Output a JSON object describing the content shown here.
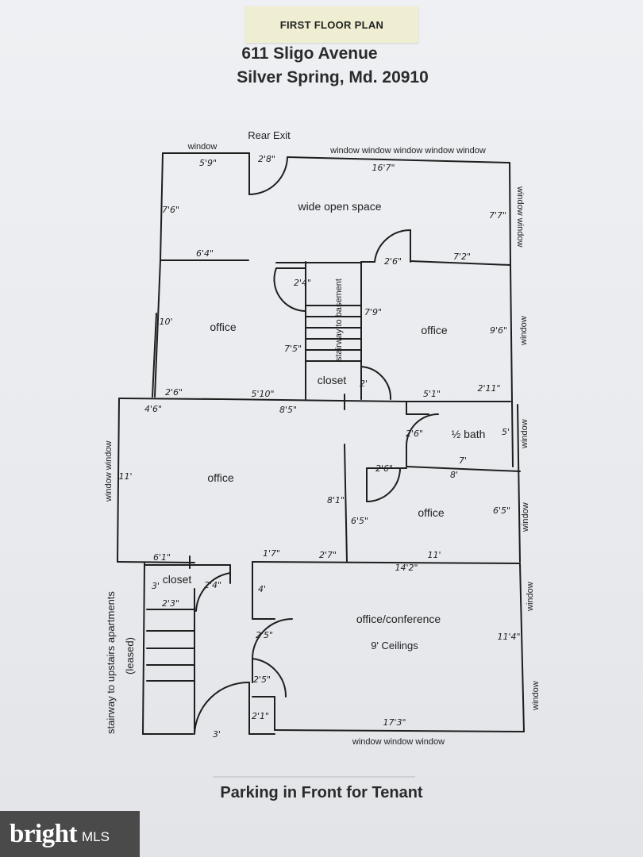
{
  "header": {
    "sticker": "FIRST FLOOR PLAN",
    "address_line1": "611 Sligo Avenue",
    "address_line2": "Silver Spring, Md. 20910"
  },
  "rooms": {
    "wide_open": "wide open space",
    "office_nw": "office",
    "office_ne": "office",
    "stair_basement": "stairway to basement",
    "closet_center": "closet",
    "office_w": "office",
    "half_bath": "½ bath",
    "office_e": "office",
    "closet_sw": "closet",
    "office_conference": "office/conference",
    "ceilings": "9' Ceilings",
    "stair_upstairs": "stairway to upstairs apartments",
    "leased": "(leased)"
  },
  "labels": {
    "rear_exit": "Rear Exit",
    "window_top_left": "window",
    "windows_top": "window window window window window",
    "window_right_top": "window window",
    "window_right_2": "window",
    "window_right_3": "window",
    "window_right_4": "window",
    "window_right_5": "window",
    "window_right_6": "window",
    "windows_left": "window window",
    "windows_bottom": "window window window"
  },
  "dimensions": {
    "d_5_9": "5'9\"",
    "d_2_8": "2'8\"",
    "d_16_7": "16'7\"",
    "d_7_6": "7'6\"",
    "d_7_7": "7'7\"",
    "d_6_4": "6'4\"",
    "d_2_6_top": "2'6\"",
    "d_7_2": "7'2\"",
    "d_2_4": "2'4\"",
    "d_7_9": "7'9\"",
    "d_10": "10'",
    "d_9_6": "9'6\"",
    "d_7_5": "7'5\"",
    "d_2": "2'",
    "d_2_6_mid": "2'6\"",
    "d_4_6": "4'6\"",
    "d_5_10": "5'10\"",
    "d_8_5": "8'5\"",
    "d_5_1": "5'1\"",
    "d_2_11": "2'11\"",
    "d_2_6_bath": "2'6\"",
    "d_5_bath": "5'",
    "d_11": "11'",
    "d_2_6_door": "2'6\"",
    "d_7": "7'",
    "d_8": "8'",
    "d_8_1": "8'1\"",
    "d_6_5_a": "6'5\"",
    "d_6_5_b": "6'5\"",
    "d_6_1": "6'1\"",
    "d_1_7": "1'7\"",
    "d_2_7": "2'7\"",
    "d_11_b": "11'",
    "d_14_2": "14'2\"",
    "d_3_closet": "3'",
    "d_2_4_closet": "2'4\"",
    "d_2_3": "2'3\"",
    "d_4": "4'",
    "d_2_5_a": "2'5\"",
    "d_2_5_b": "2'5\"",
    "d_11_4": "11'4\"",
    "d_2_1": "2'1\"",
    "d_3_door": "3'",
    "d_17_3": "17'3\""
  },
  "footer": {
    "parking": "Parking in Front for Tenant",
    "brand_main": "bright",
    "brand_sub": "MLS"
  }
}
